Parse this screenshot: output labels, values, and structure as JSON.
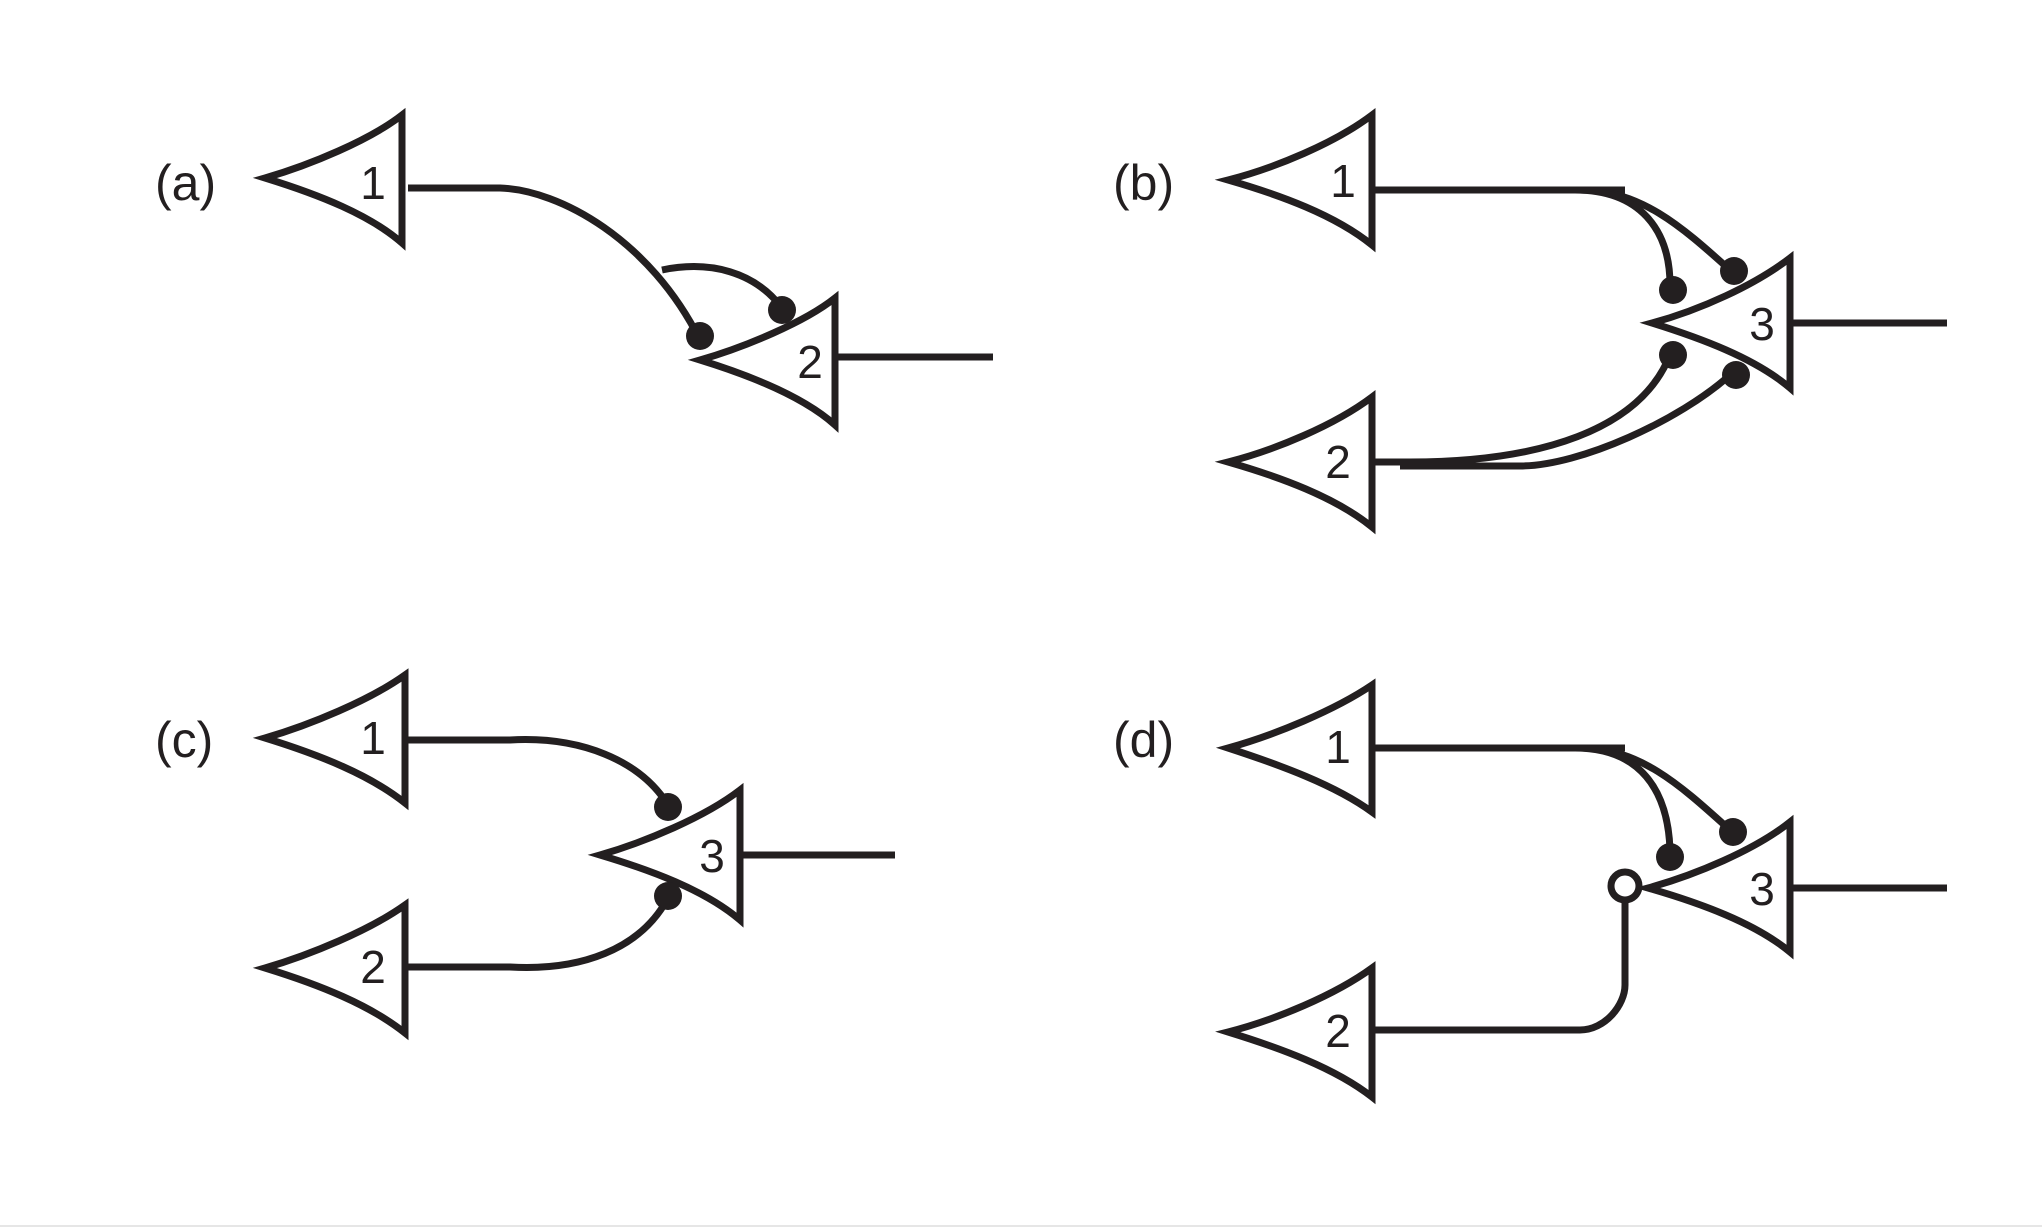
{
  "panels": [
    {
      "label": "(a)",
      "neurons": [
        "1",
        "2"
      ]
    },
    {
      "label": "(b)",
      "neurons": [
        "1",
        "2",
        "3"
      ]
    },
    {
      "label": "(c)",
      "neurons": [
        "1",
        "2",
        "3"
      ]
    },
    {
      "label": "(d)",
      "neurons": [
        "1",
        "2",
        "3"
      ]
    }
  ],
  "colors": {
    "ink": "#231f20",
    "background": "#ffffff"
  }
}
